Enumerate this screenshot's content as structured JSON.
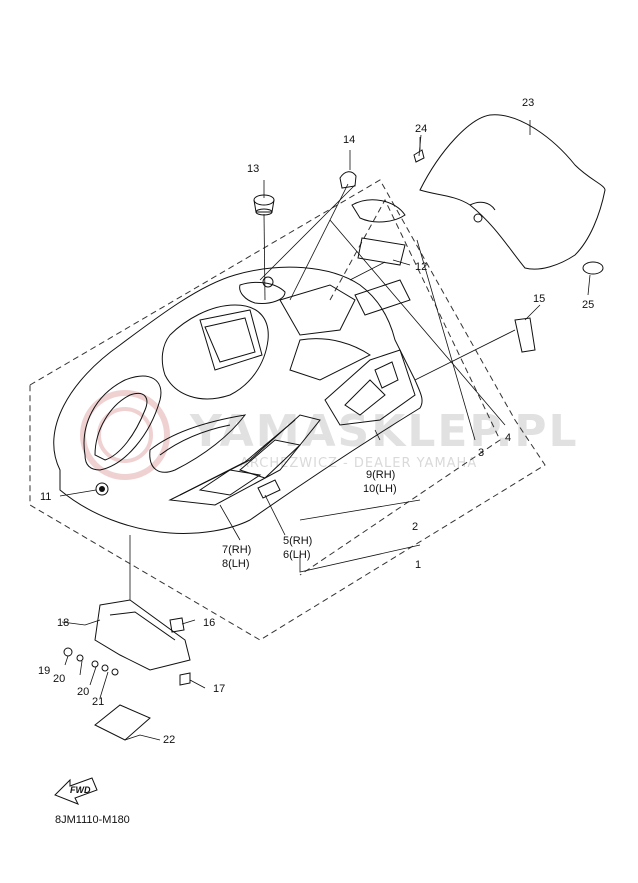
{
  "diagram": {
    "code": "8JM1110-M180",
    "fwd_label": "FWD",
    "watermark": {
      "brand": "YAMASKLEP.PL",
      "dealer": "ARCHEZWICZ - DEALER YAMAHA"
    },
    "callouts": {
      "c1": "1",
      "c2": "2",
      "c3": "3",
      "c4": "4",
      "c5": "5(RH)",
      "c6": "6(LH)",
      "c7": "7(RH)",
      "c8": "8(LH)",
      "c9": "9(RH)",
      "c10": "10(LH)",
      "c11": "11",
      "c12": "12",
      "c13": "13",
      "c14": "14",
      "c15": "15",
      "c16": "16",
      "c17": "17",
      "c18": "18",
      "c19": "19",
      "c20a": "20",
      "c20b": "20",
      "c21": "21",
      "c22": "22",
      "c23": "23",
      "c24": "24",
      "c25": "25"
    }
  }
}
